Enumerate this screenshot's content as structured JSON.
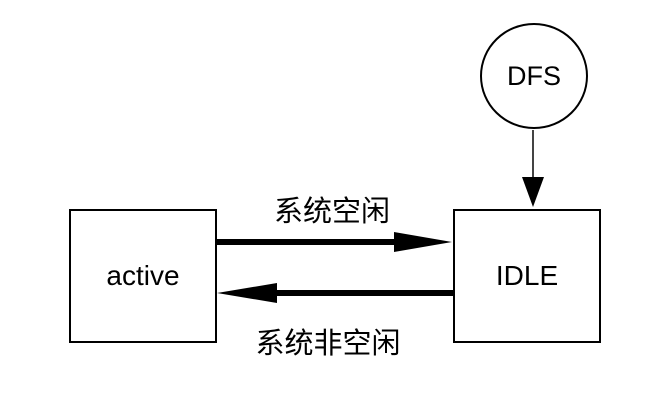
{
  "diagram": {
    "type": "state-transition-diagram",
    "nodes": {
      "dfs": {
        "label": "DFS",
        "shape": "circle"
      },
      "active": {
        "label": "active",
        "shape": "rectangle"
      },
      "idle": {
        "label": "IDLE",
        "shape": "rectangle"
      }
    },
    "edges": {
      "dfs_to_idle": {
        "from": "DFS",
        "to": "IDLE",
        "label": "",
        "style": "thin-line-solid-arrowhead",
        "direction": "down"
      },
      "active_to_idle": {
        "from": "active",
        "to": "IDLE",
        "label": "系统空闲",
        "style": "thick-line-solid-arrowhead",
        "direction": "right"
      },
      "idle_to_active": {
        "from": "IDLE",
        "to": "active",
        "label": "系统非空闲",
        "style": "thick-line-solid-arrowhead",
        "direction": "left"
      }
    },
    "colors": {
      "background": "#ffffff",
      "stroke": "#000000",
      "connector": "#444444",
      "text": "#000000"
    }
  }
}
